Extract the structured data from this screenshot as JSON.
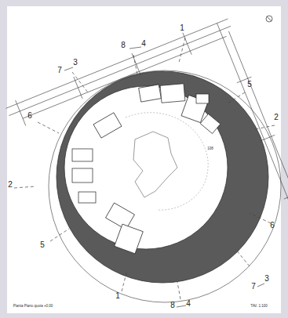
{
  "diagram": {
    "labels": [
      "8",
      "4",
      "1",
      "7",
      "3",
      "5",
      "2",
      "6",
      "108",
      "2",
      "5",
      "6",
      "7",
      "3",
      "1",
      "8",
      "4",
      "Pianta Piano quota +0.00",
      "TAV. 1:100"
    ]
  }
}
